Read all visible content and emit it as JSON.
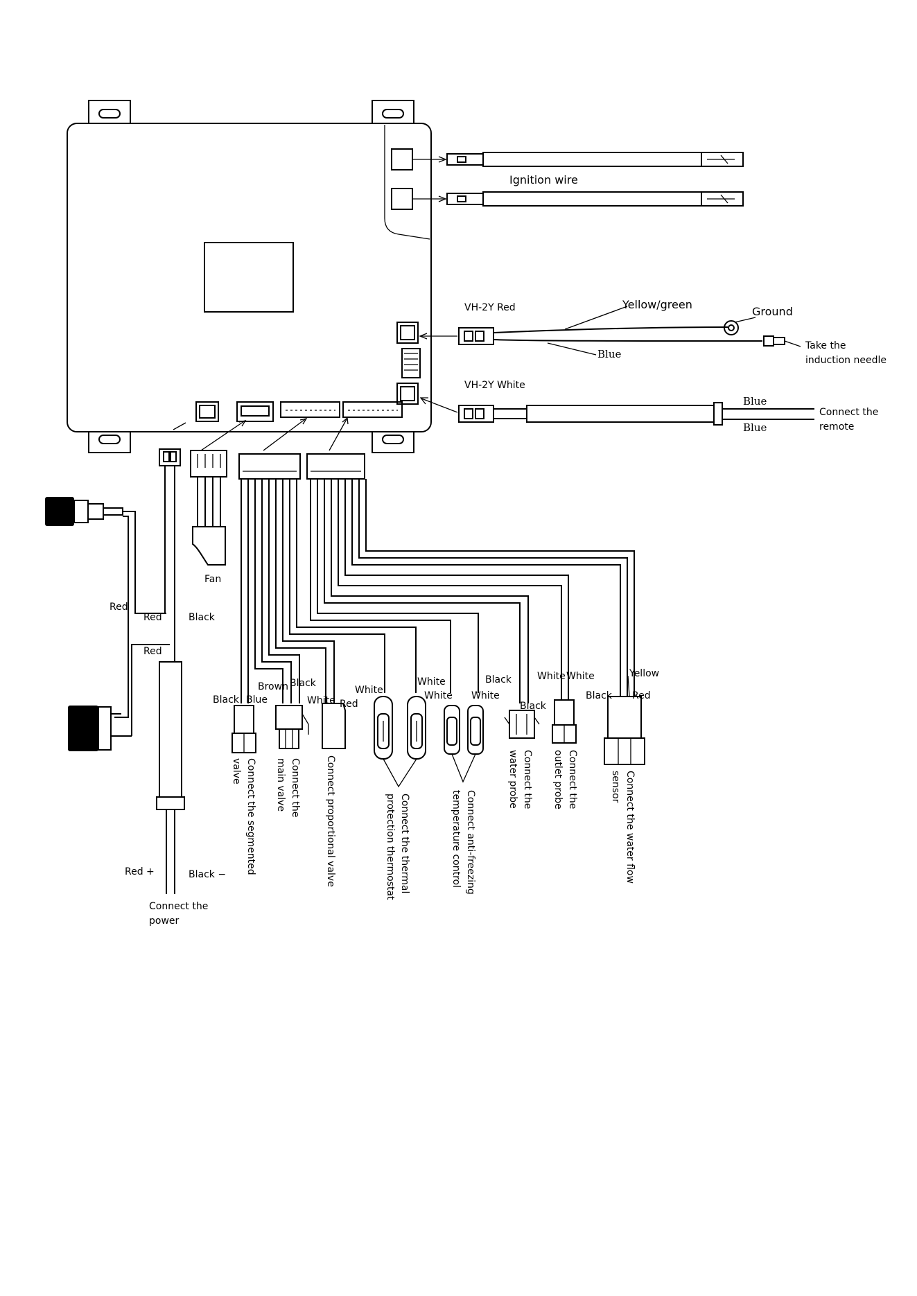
{
  "labels": {
    "ignition_wire": "Ignition wire",
    "vh2y_red": "VH-2Y Red",
    "yellow_green": "Yellow/green",
    "ground": "Ground",
    "blue_upper": "Blue",
    "take_the": "Take the",
    "induction_needle": "induction needle",
    "vh2y_white": "VH-2Y White",
    "blue_remote_1": "Blue",
    "blue_remote_2": "Blue",
    "connect_the": "Connect the",
    "remote": "remote",
    "fan": "Fan",
    "red_switch_top": "Red",
    "red_power": "Red",
    "black_power": "Black",
    "red_switch_bottom": "Red",
    "red_plus": "Red  +",
    "black_minus": "Black −",
    "connect_the_power_1": "Connect the",
    "connect_the_power_2": "power",
    "w_black_seg": "Black",
    "w_blue_seg": "Blue",
    "w_brown": "Brown",
    "w_black_main": "Black",
    "w_white_prop": "White",
    "w_red_prop": "Red",
    "w_white_th1": "White",
    "w_white_th2": "White",
    "w_white_af1": "White",
    "w_white_af2": "White",
    "w_black_water1": "Black",
    "w_black_water2": "Black",
    "w_white_out1": "White",
    "w_white_out2": "White",
    "w_yellow": "Yellow",
    "w_black_flow": "Black",
    "w_red_flow": "Red",
    "c_segmented_1": "Connect the segmented",
    "c_segmented_2": "valve",
    "c_main_1": "Connect the",
    "c_main_2": "main valve",
    "c_proportional": "Connect proportional valve",
    "c_thermal_1": "Connect the thermal",
    "c_thermal_2": "protection thermostat",
    "c_antifreeze_1": "Connect anti-freezing",
    "c_antifreeze_2": "temperature control",
    "c_water_probe_1": "Connect the",
    "c_water_probe_2": "water probe",
    "c_outlet_1": "Connect the",
    "c_outlet_2": "outlet probe",
    "c_flow_1": "Connect the water flow",
    "c_flow_2": "sensor"
  }
}
